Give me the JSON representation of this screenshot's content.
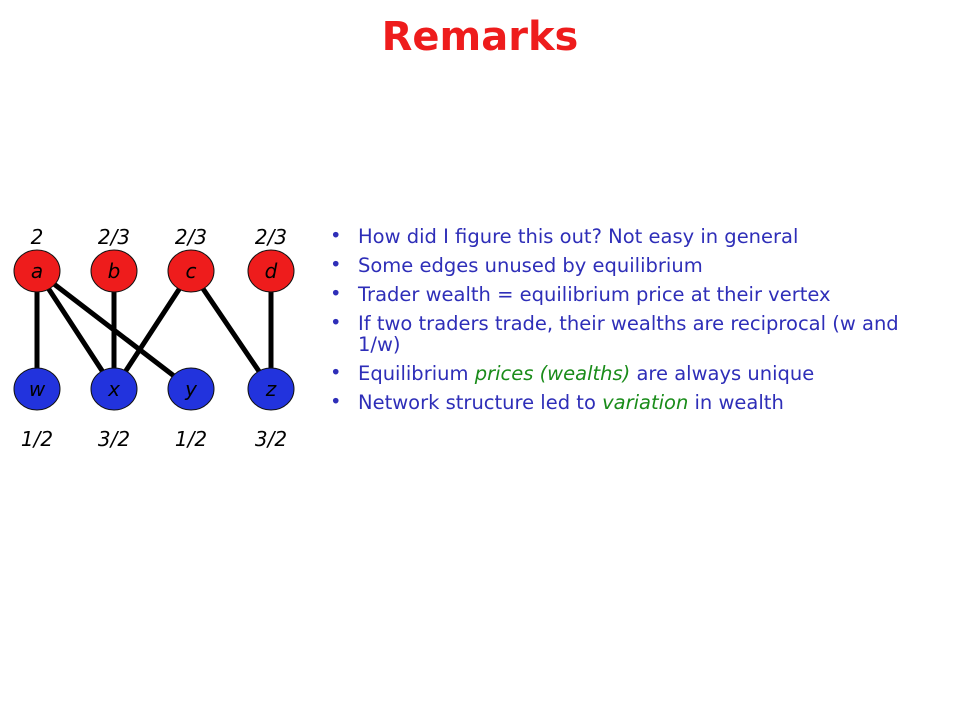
{
  "title": "Remarks",
  "colors": {
    "title": "#ee1c1c",
    "seller_node": "#ee1c1c",
    "buyer_node": "#2233dd",
    "edge": "#000000",
    "bullet_text": "#2e2eb8",
    "highlight": "#1a8c1a"
  },
  "graph": {
    "top_nodes": [
      {
        "id": "a",
        "price": "2"
      },
      {
        "id": "b",
        "price": "2/3"
      },
      {
        "id": "c",
        "price": "2/3"
      },
      {
        "id": "d",
        "price": "2/3"
      }
    ],
    "bottom_nodes": [
      {
        "id": "w",
        "price": "1/2"
      },
      {
        "id": "x",
        "price": "3/2"
      },
      {
        "id": "y",
        "price": "1/2"
      },
      {
        "id": "z",
        "price": "3/2"
      }
    ],
    "edges": [
      [
        "a",
        "w"
      ],
      [
        "a",
        "x"
      ],
      [
        "a",
        "y"
      ],
      [
        "b",
        "x"
      ],
      [
        "c",
        "x"
      ],
      [
        "c",
        "z"
      ],
      [
        "d",
        "z"
      ]
    ]
  },
  "bullets": [
    {
      "parts": [
        {
          "text": "How did I figure this out? Not easy in general"
        }
      ]
    },
    {
      "parts": [
        {
          "text": "Some edges unused by equilibrium"
        }
      ]
    },
    {
      "parts": [
        {
          "text": "Trader wealth = equilibrium price at their vertex"
        }
      ]
    },
    {
      "parts": [
        {
          "text": "If two traders trade, their wealths are reciprocal (w and 1/w)"
        }
      ]
    },
    {
      "parts": [
        {
          "text": "Equilibrium "
        },
        {
          "text": "prices (wealths)",
          "highlight": true
        },
        {
          "text": " are always unique"
        }
      ]
    },
    {
      "parts": [
        {
          "text": "Network structure led to "
        },
        {
          "text": "variation",
          "highlight": true
        },
        {
          "text": " in wealth"
        }
      ]
    }
  ]
}
